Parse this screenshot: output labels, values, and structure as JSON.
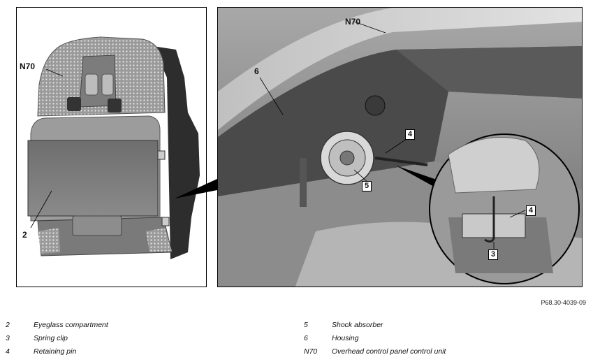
{
  "callouts": {
    "left_n70": "N70",
    "left_2": "2",
    "right_n70": "N70",
    "right_6": "6",
    "right_4": "4",
    "right_5": "5",
    "inset_4": "4",
    "inset_3": "3"
  },
  "reference_code": "P68.30-4039-09",
  "legend": {
    "left": [
      {
        "num": "2",
        "desc": "Eyeglass compartment"
      },
      {
        "num": "3",
        "desc": "Spring clip"
      },
      {
        "num": "4",
        "desc": "Retaining pin"
      }
    ],
    "right": [
      {
        "num": "5",
        "desc": "Shock absorber"
      },
      {
        "num": "6",
        "desc": "Housing"
      },
      {
        "num": "N70",
        "desc": "Overhead control panel control unit"
      }
    ]
  }
}
